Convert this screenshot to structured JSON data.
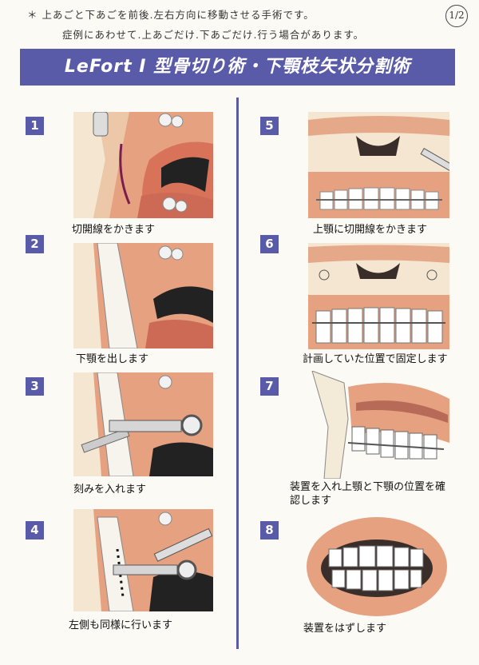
{
  "note": {
    "line1": "＊ 上あごと下あごを前後.左右方向に移動させる手術です。",
    "line2": "症例にあわせて.上あごだけ.下あごだけ.行う場合があります。",
    "page": "1/2"
  },
  "title": "LeFort Ⅰ 型骨切り術・下顎枝矢状分割術",
  "steps": [
    {
      "num": "1",
      "caption": "切開線をかきます"
    },
    {
      "num": "2",
      "caption": "下顎を出します"
    },
    {
      "num": "3",
      "caption": "刻みを入れます"
    },
    {
      "num": "4",
      "caption": "左側も同様に行います"
    },
    {
      "num": "5",
      "caption": "上顎に切開線をかきます"
    },
    {
      "num": "6",
      "caption": "計画していた位置で固定します"
    },
    {
      "num": "7",
      "caption": "装置を入れ上顎と下顎の位置を確認します"
    },
    {
      "num": "8",
      "caption": "装置をはずします"
    }
  ]
}
